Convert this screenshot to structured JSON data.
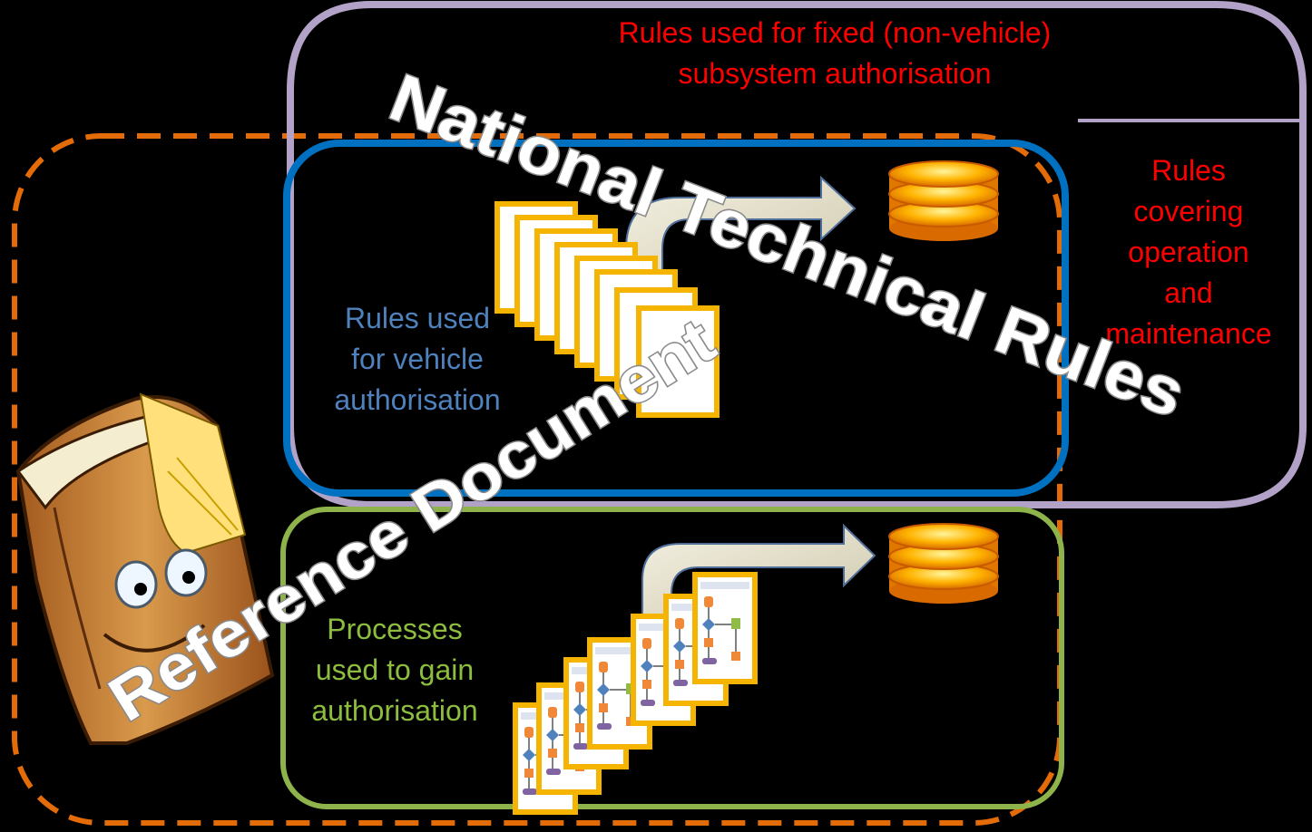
{
  "fixed_label": "Rules used for fixed (non-vehicle)\nsubsystem authorisation",
  "operation_label": "Rules\ncovering\noperation\nand\nmaintenance",
  "vehicle_label": "Rules used\nfor vehicle\nauthorisation",
  "process_label": "Processes\nused to gain\nauthorisation",
  "ntr_banner": "National Technical Rules",
  "refdoc_banner": "Reference Document",
  "colors": {
    "fixed_text": "#ff0000",
    "vehicle_text": "#4f81bd",
    "process_text": "#8cbd3f",
    "purple_box": "#b3a2c7",
    "blue_box": "#0070c0",
    "green_box": "#8db34a",
    "orange_dash": "#e36c09",
    "doc_border": "#f5b400"
  },
  "icons": [
    "book-character-icon",
    "database-icon",
    "document-stack-icon",
    "flowchart-stack-icon",
    "arrow-icon"
  ]
}
